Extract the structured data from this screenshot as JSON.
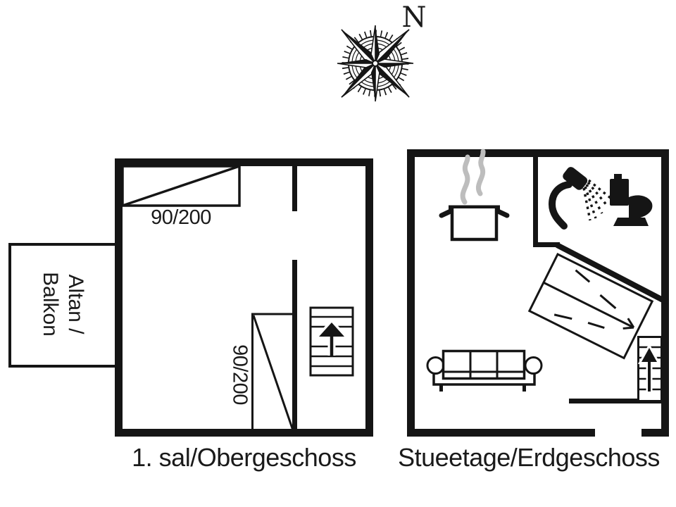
{
  "compass": {
    "label": "N",
    "icon": "compass-rose-icon"
  },
  "upper_floor": {
    "title": "1. sal/Obergeschoss",
    "balcony": {
      "line1": "Altan /",
      "line2": "Balkon"
    },
    "bed_top_label": "90/200",
    "bed_side_label": "90/200",
    "icons": [
      "single-bed-icon",
      "single-bed-icon",
      "stairs-up-icon"
    ]
  },
  "ground_floor": {
    "title": "Stueetage/Erdgeschoss",
    "icons": [
      "cooking-pot-steam-icon",
      "shower-icon",
      "toilet-icon",
      "double-bed-icon",
      "sofa-icon",
      "stairs-up-icon"
    ]
  },
  "colors": {
    "line": "#151515",
    "steam_gray": "#bdbdbd",
    "background": "#ffffff"
  }
}
